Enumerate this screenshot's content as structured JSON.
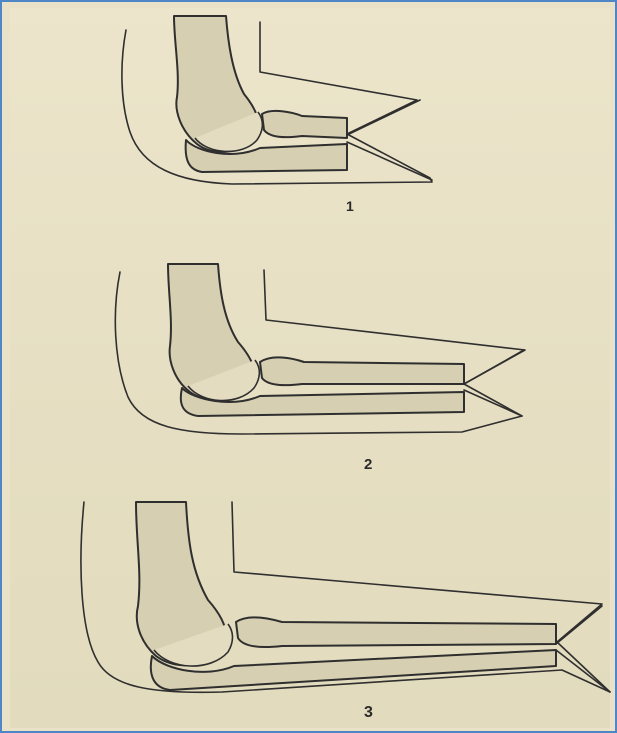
{
  "figure": {
    "panels": [
      {
        "label": "1"
      },
      {
        "label": "2"
      },
      {
        "label": "3"
      }
    ]
  },
  "colors": {
    "paper": "#e9e2c8",
    "bone_fill": "#d8d1b4",
    "ink": "#2f2f2f",
    "frame_border": "#4f86c6"
  }
}
